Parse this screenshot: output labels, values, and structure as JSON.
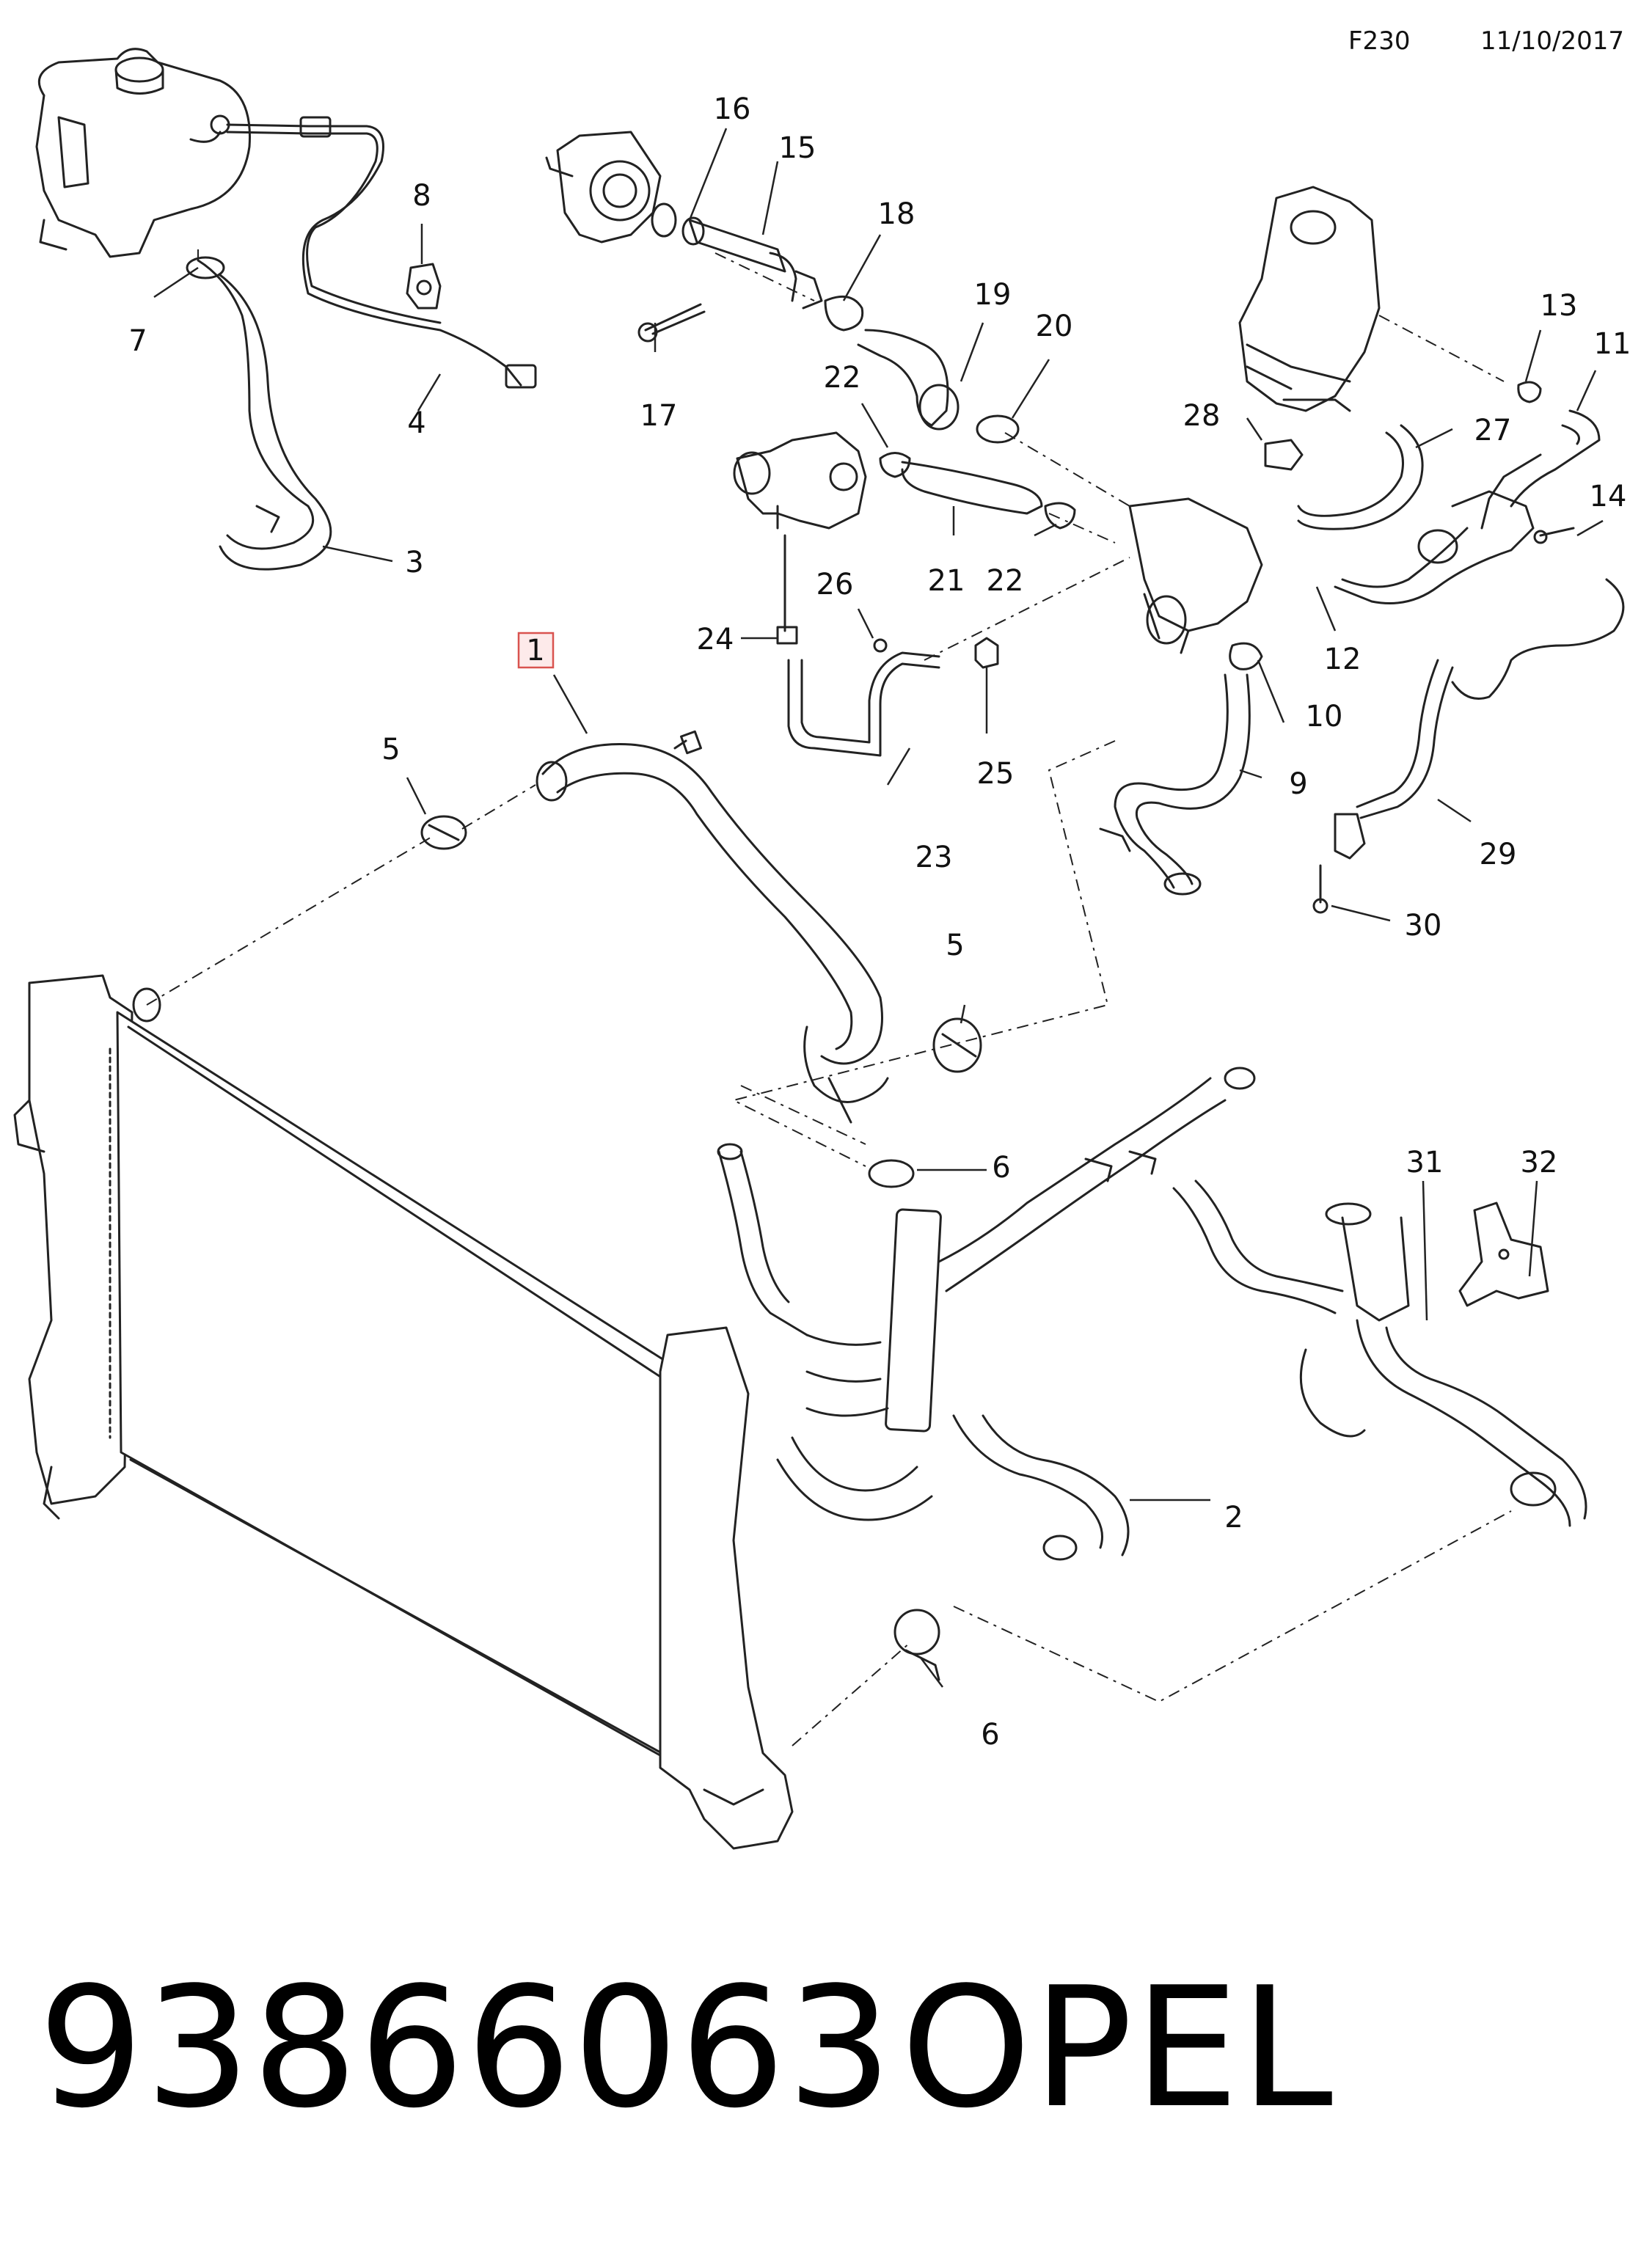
{
  "header": {
    "code": "F230",
    "date": "11/10/2017"
  },
  "highlighted_callout": "1",
  "callouts": [
    "1",
    "2",
    "3",
    "4",
    "5",
    "5",
    "6",
    "6",
    "7",
    "8",
    "9",
    "10",
    "11",
    "12",
    "13",
    "14",
    "15",
    "16",
    "17",
    "18",
    "19",
    "20",
    "21",
    "22",
    "22",
    "23",
    "24",
    "25",
    "26",
    "27",
    "28",
    "29",
    "30",
    "31",
    "32"
  ],
  "footer": {
    "part_number": "93866063",
    "brand": "OPEL"
  },
  "colors": {
    "line": "#222222",
    "highlight": "#d9534f",
    "background": "#ffffff"
  }
}
